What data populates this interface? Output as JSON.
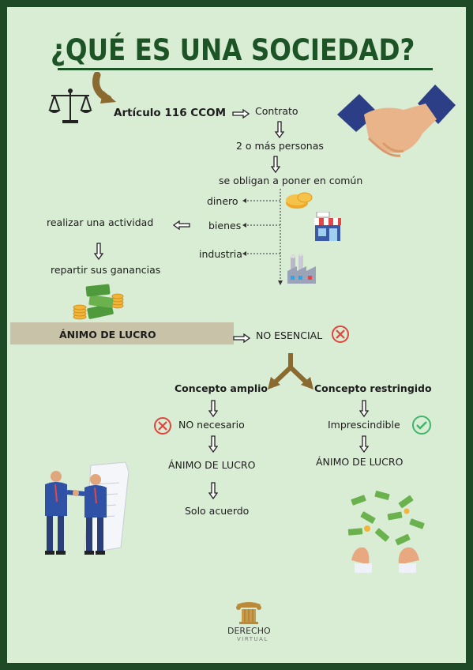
{
  "title": "¿QUÉ ES UNA SOCIEDAD?",
  "articulo": "Artículo 116 CCOM",
  "contrato": "Contrato",
  "personas": "2 o más personas",
  "obligan": "se obligan a poner en común",
  "dinero": "dinero",
  "bienes": "bienes",
  "industria": "industria",
  "actividad": "realizar una actividad",
  "repartir": "repartir sus ganancias",
  "animo": "ÁNIMO DE LUCRO",
  "no_esencial": "NO ESENCIAL",
  "amplio": {
    "heading": "Concepto amplio",
    "necesario": "NO necesario",
    "animo": "ÁNIMO DE LUCRO",
    "acuerdo": "Solo acuerdo"
  },
  "restringido": {
    "heading": "Concepto restringido",
    "imprescindible": "Imprescindible",
    "animo": "ÁNIMO DE LUCRO"
  },
  "logo": {
    "name": "DERECHO",
    "sub": "VIRTUAL"
  },
  "colors": {
    "border": "#1f4a26",
    "background": "#d9ecd4",
    "title": "#1d5426",
    "band": "#c8c3a8",
    "cross": "#e0453d",
    "check": "#3fb56b",
    "arrow_brown": "#8a6a2e"
  }
}
